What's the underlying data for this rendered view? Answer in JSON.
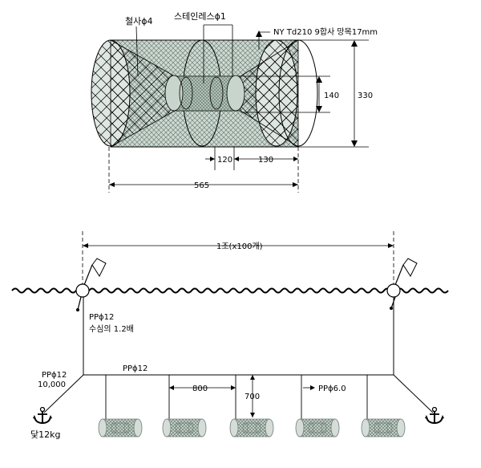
{
  "trap": {
    "wire_label": "철사ϕ4",
    "stainless_label": "스테인레스ϕ1",
    "net_label": "NY Td210 9합사 망목17mm",
    "dim_height_outer": "330",
    "dim_height_inner": "140",
    "dim_entrance": "120",
    "dim_side": "130",
    "dim_length": "565"
  },
  "layout": {
    "set_label": "1조(x100개)",
    "float_line_label": "PPϕ12",
    "float_line_note": "수심의 1.2배",
    "anchor_line_label": "PPϕ12",
    "anchor_line_length": "10,000",
    "main_line_label": "PPϕ12",
    "spacing": "800",
    "branch_length": "700",
    "branch_line_label": "PPϕ6.0",
    "anchor_label": "닻12kg"
  },
  "colors": {
    "net": "#8a9a8a",
    "trap_fill": "#c9d6cf",
    "line": "#000000"
  }
}
